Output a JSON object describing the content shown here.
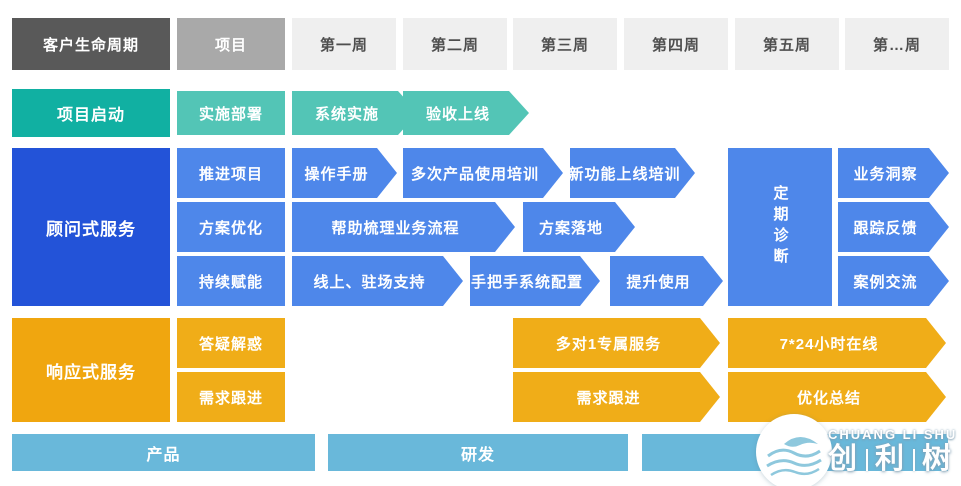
{
  "header": {
    "lifecycle": "客户生命周期",
    "project": "项目",
    "weeks": [
      "第一周",
      "第二周",
      "第三周",
      "第四周",
      "第五周",
      "第…周"
    ]
  },
  "kickoff": {
    "label": "项目启动",
    "steps": [
      "实施部署",
      "系统实施",
      "验收上线"
    ]
  },
  "consult": {
    "label": "顾问式服务",
    "row1": [
      "推进项目",
      "操作手册",
      "多次产品使用培训",
      "新功能上线培训"
    ],
    "row2": [
      "方案优化",
      "帮助梳理业务流程",
      "方案落地"
    ],
    "row3": [
      "持续赋能",
      "线上、驻场支持",
      "手把手系统配置",
      "提升使用"
    ],
    "diagnosis": "定期诊断",
    "outcomes": [
      "业务洞察",
      "跟踪反馈",
      "案例交流"
    ]
  },
  "response": {
    "label": "响应式服务",
    "col": [
      "答疑解惑",
      "需求跟进"
    ],
    "row1": [
      "多对1专属服务",
      "7*24小时在线"
    ],
    "row2": [
      "需求跟进",
      "优化总结"
    ]
  },
  "bottom": {
    "bars": [
      "产品",
      "研发"
    ]
  },
  "logo": {
    "en": "CHUANG LI SHU",
    "chars": [
      "创",
      "利",
      "树"
    ]
  },
  "colors": {
    "teal_dark": "#11b0a2",
    "teal": "#53c5b6",
    "blue_dark": "#2353d8",
    "blue": "#4e87ea",
    "orange": "#f0ad18",
    "sky_blue": "#69b8da",
    "gray_dark": "#595959",
    "gray_mid": "#a9a9a9",
    "gray_light": "#efefef"
  }
}
